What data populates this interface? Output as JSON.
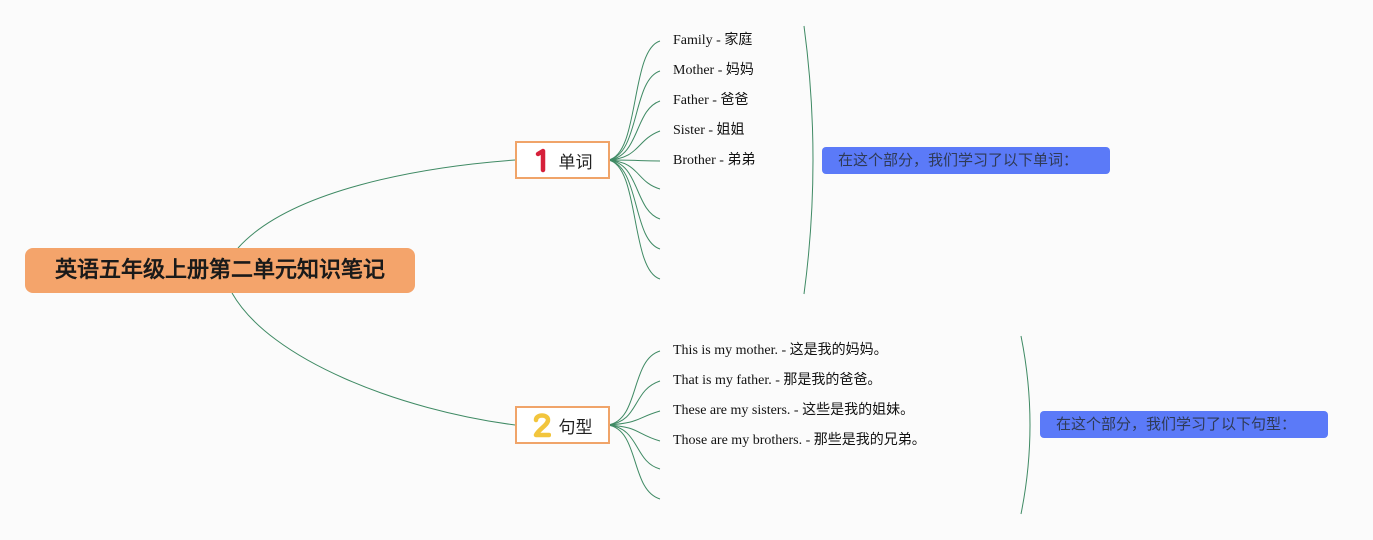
{
  "colors": {
    "connector": "#3f8a64",
    "root_fill": "#f4a46b",
    "branch_border": "#f0a469",
    "summary_fill": "#5b7af8",
    "badge_one": "#d6203a",
    "badge_two": "#f2c53d"
  },
  "root": {
    "title": "英语五年级上册第二单元知识笔记"
  },
  "branches": [
    {
      "label": "单词",
      "badge_icon": "number-one-badge-icon",
      "leaves": [
        "Family - 家庭",
        "Mother - 妈妈",
        "Father - 爸爸",
        "Sister - 姐姐",
        "Brother - 弟弟"
      ],
      "empty_leaf_count": 4,
      "summary": "在这个部分，我们学习了以下单词："
    },
    {
      "label": "句型",
      "badge_icon": "number-two-badge-icon",
      "leaves": [
        "This is my mother. - 这是我的妈妈。",
        "That is my father. - 那是我的爸爸。",
        "These are my sisters. - 这些是我的姐妹。",
        "Those are my brothers. - 那些是我的兄弟。"
      ],
      "empty_leaf_count": 2,
      "summary": "在这个部分，我们学习了以下句型："
    }
  ]
}
